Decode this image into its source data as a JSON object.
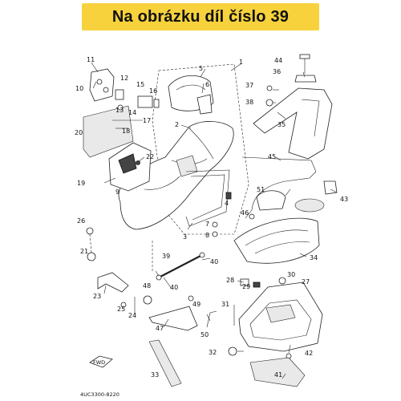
{
  "banner": {
    "text": "Na obrázku díl číslo 39"
  },
  "diagram": {
    "code": "4UC3300-8220",
    "fwd_label": "FWD",
    "labels": {
      "n1": "1",
      "n2": "2",
      "n3": "3",
      "n4": "4",
      "n5": "5",
      "n6": "6",
      "n7": "7",
      "n8": "8",
      "n9": "9",
      "n10": "10",
      "n11": "11",
      "n12": "12",
      "n13": "13",
      "n14": "14",
      "n15": "15",
      "n16": "16",
      "n17": "17",
      "n18": "18",
      "n19": "19",
      "n20": "20",
      "n21": "21",
      "n22": "22",
      "n23": "23",
      "n24": "24",
      "n25": "25",
      "n26": "26",
      "n27": "27",
      "n28": "28",
      "n29": "29",
      "n30": "30",
      "n31": "31",
      "n32": "32",
      "n33": "33",
      "n34": "34",
      "n35": "35",
      "n36": "36",
      "n37": "37",
      "n38": "38",
      "n39": "39",
      "n40a": "40",
      "n40b": "40",
      "n41": "41",
      "n42": "42",
      "n43": "43",
      "n44": "44",
      "n45": "45",
      "n46": "46",
      "n47": "47",
      "n48": "48",
      "n49": "49",
      "n50": "50",
      "n51": "51"
    }
  }
}
